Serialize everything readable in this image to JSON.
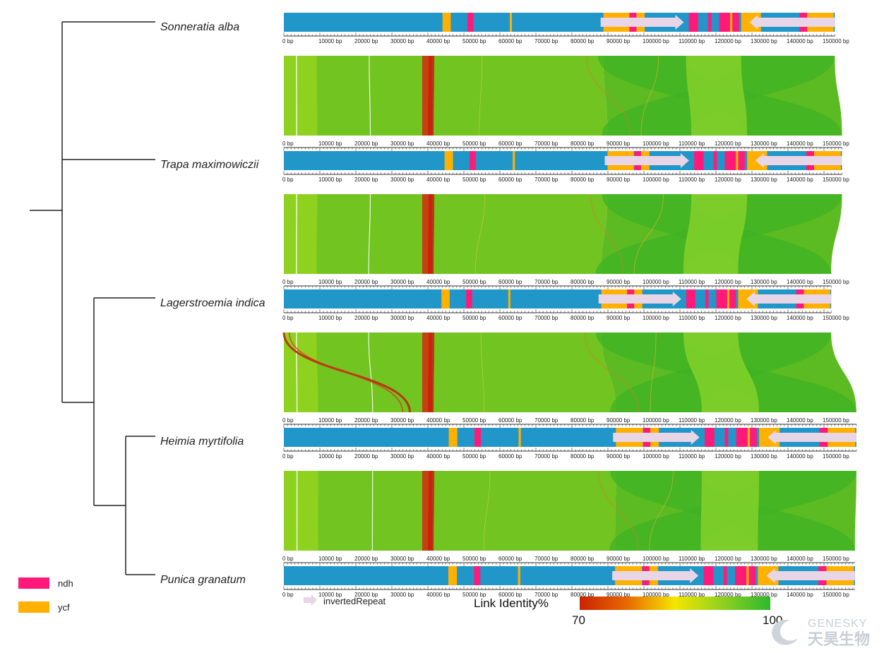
{
  "species": [
    {
      "name": "Sonneratia alba"
    },
    {
      "name": "Trapa maximowiczii"
    },
    {
      "name": "Lagerstroemia indica"
    },
    {
      "name": "Heimia myrtifolia"
    },
    {
      "name": "Punica granatum"
    }
  ],
  "axis": {
    "tick_labels": [
      "0 bp",
      "10000 bp",
      "20000 bp",
      "30000 bp",
      "40000 bp",
      "50000 bp",
      "60000 bp",
      "70000 bp",
      "80000 bp",
      "90000 bp",
      "100000 bp",
      "110000 bp",
      "120000 bp",
      "130000 bp",
      "140000 bp",
      "150000 bp"
    ]
  },
  "genome_lengths_bp": [
    153000,
    155000,
    152000,
    159000,
    158600
  ],
  "legend": {
    "ndh": {
      "label": "ndh",
      "color": "#ff1a7a"
    },
    "ycf": {
      "label": "ycf",
      "color": "#ffb000"
    },
    "inverted_repeat": {
      "label": "invertedRepeat",
      "color": "#e8d5e6"
    }
  },
  "colors": {
    "genome_bar": "#2196c8",
    "link_low": "#cc2200",
    "link_mid": "#f5e600",
    "link_high": "#2db82d"
  },
  "color_scale": {
    "title": "Link Identity%",
    "min": "70",
    "max": "100"
  },
  "watermark": {
    "en": "GENESKY",
    "cn": "天昊生物"
  }
}
